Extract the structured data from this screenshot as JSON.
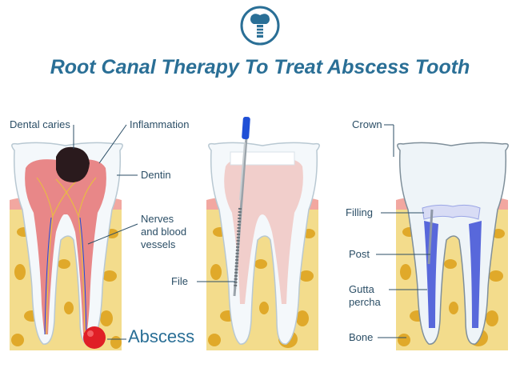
{
  "title": "Root Canal Therapy To Treat Abscess Tooth",
  "logo": {
    "icon": "tooth-implant-icon",
    "color": "#2a6f96"
  },
  "colors": {
    "accent": "#2a6f96",
    "label_text": "#2b4e66",
    "bone": "#f3dc8c",
    "bone_pores": "#e0a92a",
    "pulp_inflamed": "#e57373",
    "gum": "#f2a7a0",
    "abscess": "#e01f26",
    "gutta_percha": "#3d4fd6",
    "file_handle": "#1f4fd6"
  },
  "labels": {
    "dental_caries": "Dental caries",
    "inflammation": "Inflammation",
    "dentin": "Dentin",
    "nerves_line1": "Nerves",
    "nerves_line2": "and blood",
    "nerves_line3": "vessels",
    "abscess": "Abscess",
    "file": "File",
    "crown": "Crown",
    "filling": "Filling",
    "post": "Post",
    "gutta_line1": "Gutta",
    "gutta_line2": "percha",
    "bone": "Bone"
  }
}
